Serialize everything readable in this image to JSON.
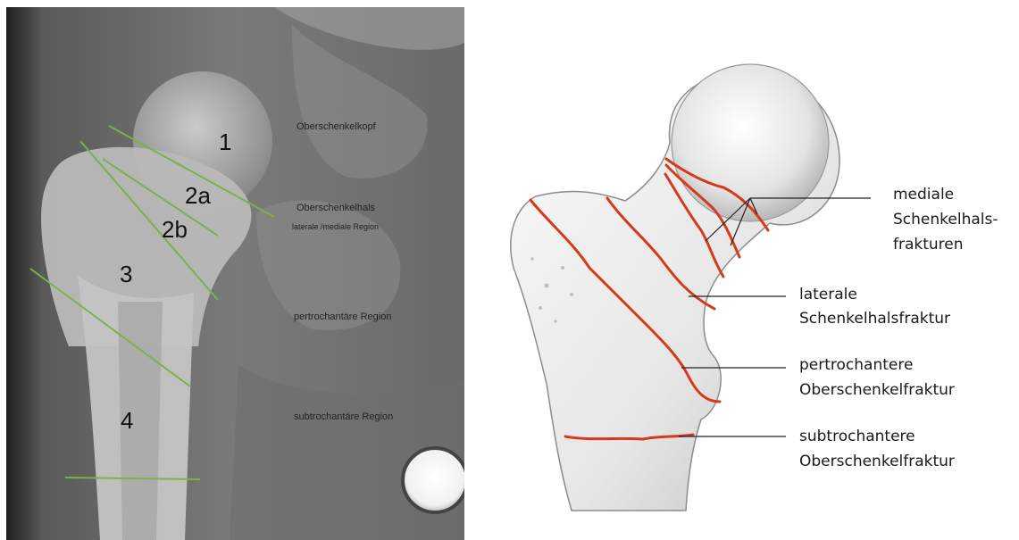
{
  "xray": {
    "region_numbers": [
      "1",
      "2a",
      "2b",
      "3",
      "4"
    ],
    "region_labels": {
      "head": "Oberschenkelkopf",
      "neck": "Oberschenkelhals",
      "neck_sub": "laterale /mediale Region",
      "pertrochanteric": "pertrochantäre Region",
      "subtrochanteric": "subtrochantäre Region"
    },
    "line_color": "#7cb04a"
  },
  "drawing": {
    "labels": {
      "medial_1": "mediale",
      "medial_2": "Schenkelhals-",
      "medial_3": "frakturen",
      "lateral_1": "laterale",
      "lateral_2": "Schenkelhalsfraktur",
      "pertro_1": "pertrochantere",
      "pertro_2": "Oberschenkelfraktur",
      "subtro_1": "subtrochantere",
      "subtro_2": "Oberschenkelfraktur"
    },
    "fracture_color": "#d63a1a"
  }
}
